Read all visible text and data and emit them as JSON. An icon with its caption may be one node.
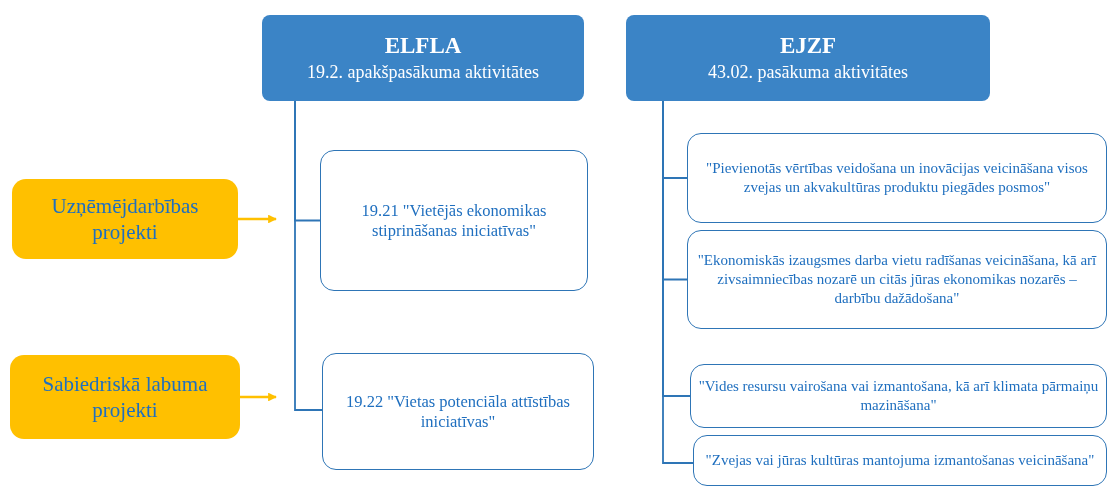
{
  "diagram": {
    "nodes": [
      {
        "text": [
          "ELFLA",
          "19.2. apakšpasākuma aktivitātes"
        ]
      },
      {
        "text": [
          "EJZF",
          "43.02. pasākuma aktivitātes"
        ]
      },
      {
        "text": [
          "Uzņēmējdarbības projekti"
        ]
      },
      {
        "text": [
          "19.21 \"Vietējās ekonomikas stiprināšanas iniciatīvas\""
        ]
      },
      {
        "text": [
          "Sabiedriskā labuma projekti"
        ]
      },
      {
        "text": [
          "19.22 \"Vietas potenciāla attīstības iniciatīvas\""
        ]
      },
      {
        "text": [
          "\"Pievienotās vērtības veidošana un inovācijas veicināšana visos zvejas un akvakultūras produktu piegādes posmos\""
        ]
      },
      {
        "text": [
          "\"Ekonomiskās izaugsmes darba vietu radīšanas veicināšana, kā arī zivsaimniecības nozarē un citās jūras ekonomikas nozarēs – darbību dažādošana\""
        ]
      },
      {
        "text": [
          "\"Vides resursu vairošana vai izmantošana, kā arī klimata pārmaiņu mazināšana\""
        ]
      },
      {
        "text": [
          "\"Zvejas vai jūras kultūras mantojuma izmantošanas veicināšana\""
        ]
      }
    ],
    "edges": [
      {
        "from": 0,
        "to": 3,
        "arrow": "none"
      },
      {
        "from": 0,
        "to": 5,
        "arrow": "none"
      },
      {
        "from": 1,
        "to": 6,
        "arrow": "none"
      },
      {
        "from": 1,
        "to": 7,
        "arrow": "none"
      },
      {
        "from": 1,
        "to": 8,
        "arrow": "none"
      },
      {
        "from": 1,
        "to": 9,
        "arrow": "none"
      },
      {
        "from": 2,
        "to": null,
        "arrow": "to",
        "color": "#ffc000"
      },
      {
        "from": 4,
        "to": null,
        "arrow": "to",
        "color": "#ffc000"
      }
    ]
  }
}
